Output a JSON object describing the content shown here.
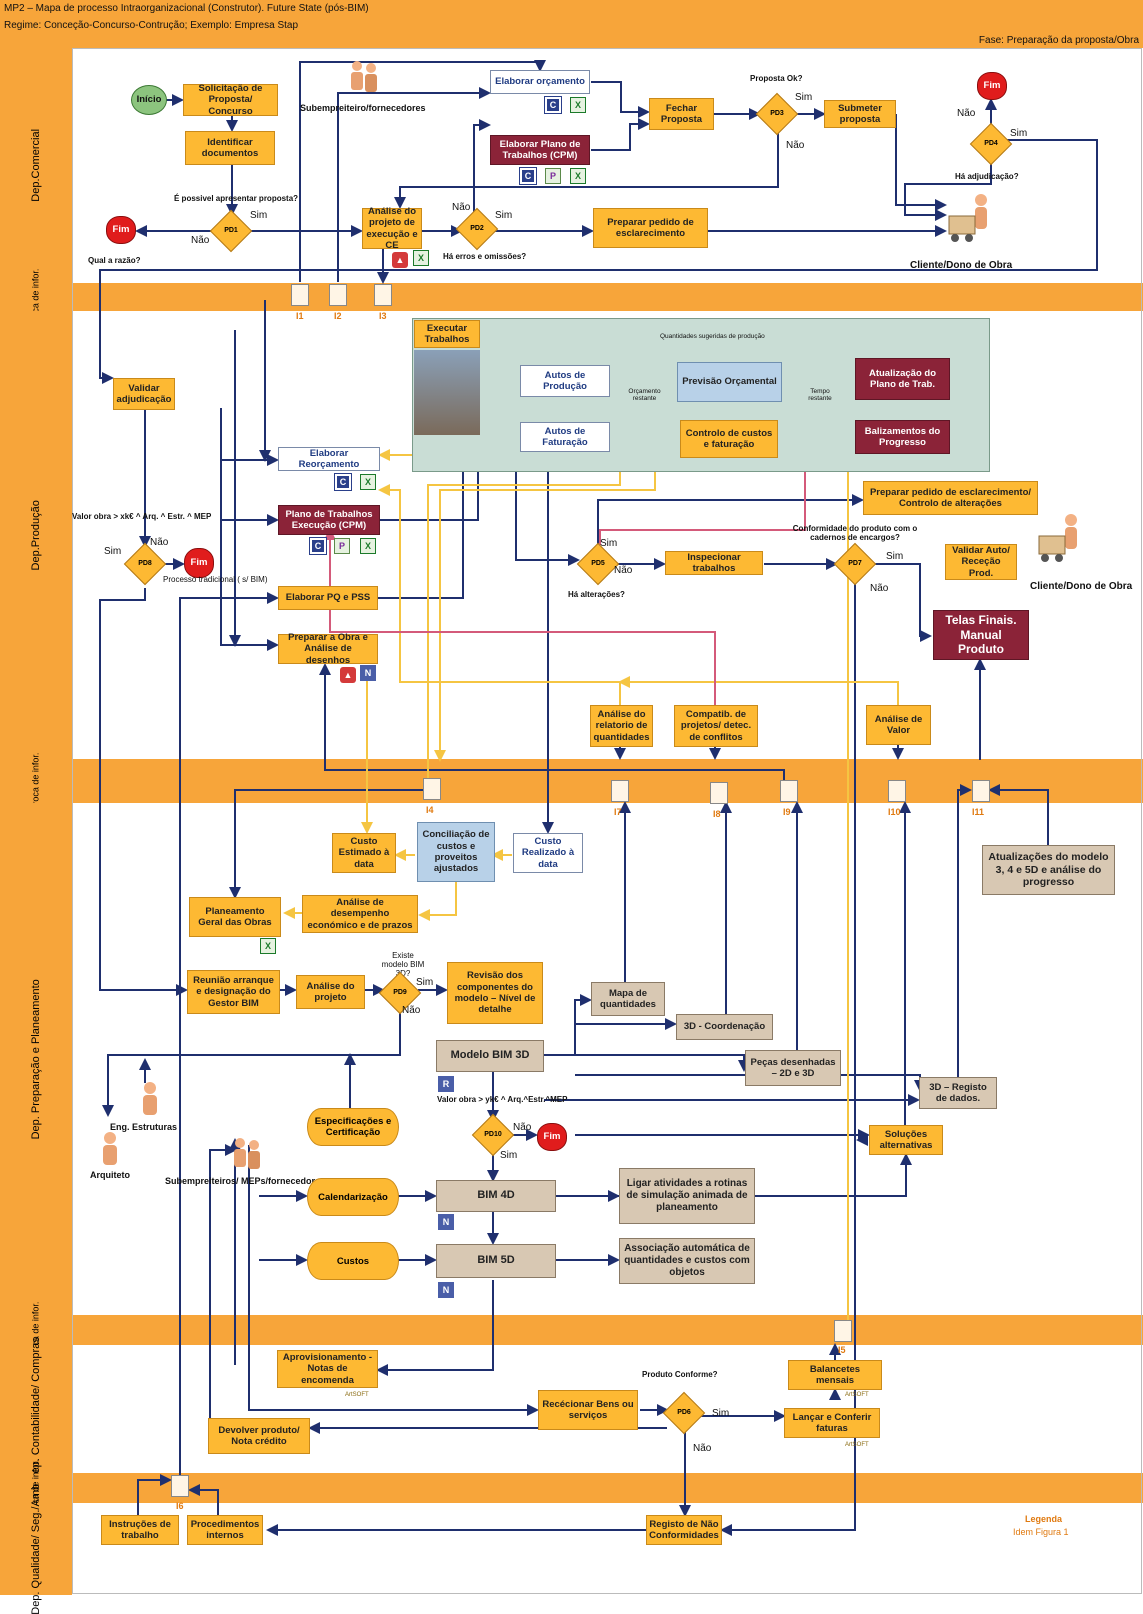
{
  "header": {
    "title": "MP2 – Mapa de processo Intraorganizacional (Construtor). Future State (pós-BIM)",
    "regime": "Regime: Conceção-Concurso-Contrução; Exemplo: Empresa Stap",
    "phase": "Fase: Preparação da proposta/Obra"
  },
  "lanes": {
    "comercial": "Dep.Comercial",
    "troca1": "Troca de infor.",
    "producao": "Dep.Produção",
    "troca2": "Troca de infor.",
    "preparacao": "Dep. Preparação e Planeamento",
    "troca3": "Troca de infor.",
    "contabilidade": "Dep. Contabilidade/ Compras",
    "troca4": "Troca de infor.",
    "qualidade": "Dep. Qualidade/ Seg./Amb"
  },
  "comercial": {
    "inicio": "Início",
    "solicitacao": "Solicitação de Proposta/ Concurso",
    "identificar": "Identificar documentos",
    "subempreiteiro": "Subempreiteiro/fornecedores",
    "elaborar_orcamento": "Elaborar orçamento",
    "elaborar_plano": "Elaborar Plano de Trabalhos (CPM)",
    "fechar_proposta": "Fechar Proposta",
    "proposta_ok": "Proposta Ok?",
    "submeter": "Submeter proposta",
    "fim_pd4": "Fim",
    "pd4_nao": "Não",
    "pd4_sim": "Sim",
    "pd3_sim": "Sim",
    "pd3_nao": "Não",
    "ha_adjudicacao": "Há adjudicação?",
    "possivel": "É possivel apresentar proposta?",
    "fim_pd1": "Fim",
    "pd1_sim": "Sim",
    "pd1_nao": "Não",
    "qual_razao": "Qual a razão?",
    "analise_projeto": "Análise do projeto de execução e CE",
    "pd2_nao": "Não",
    "pd2_sim": "Sim",
    "erros": "Há erros e omissões?",
    "preparar_pedido": "Preparar pedido de esclarecimento",
    "cliente": "Cliente/Dono de Obra",
    "pd1": "PD1",
    "pd2": "PD2",
    "pd3": "PD3",
    "pd4": "PD4"
  },
  "troca1": {
    "i1": "I1",
    "i2": "I2",
    "i3": "I3"
  },
  "producao": {
    "executar": "Executar Trabalhos",
    "qtd_sugeridas": "Quantidades sugeridas de produção",
    "autos_producao": "Autos de Produção",
    "orcamento_restante": "Orçamento restante",
    "previsao": "Previsão Orçamental",
    "tempo_restante": "Tempo restante",
    "atualizacao": "Atualização do Plano de Trab.",
    "autos_faturacao": "Autos de Faturação",
    "controlo": "Controlo de custos e faturação",
    "balizamentos": "Balizamentos do Progresso",
    "validar_adj": "Validar adjudicação",
    "elaborar_reorc": "Elaborar Reorçamento",
    "valor_obra": "Valor obra > xk€ ^ Arq. ^ Estr. ^ MEP",
    "plano_exec": "Plano de Trabalhos Execução (CPM)",
    "preparar_pedido2": "Preparar pedido de esclarecimento/ Controlo de alterações",
    "conformidade": "Conformidade do produto com o cadernos de encargos?",
    "pd8_sim": "Sim",
    "pd8_nao": "Não",
    "fim_pd8": "Fim",
    "proc_trad": "Processo tradicional ( s/ BIM)",
    "pd5_sim": "Sim",
    "pd5_nao": "Não",
    "inspecionar": "Inspecionar trabalhos",
    "pd7_sim": "Sim",
    "pd7_nao": "Não",
    "validar_auto": "Validar Auto/ Receção Prod.",
    "cliente2": "Cliente/Dono de Obra",
    "ha_alteracoes": "Há alterações?",
    "elaborar_pq": "Elaborar PQ e PSS",
    "telas": "Telas Finais. Manual Produto",
    "preparar_obra": "Preparar a Obra e Análise de desenhos",
    "analise_rel": "Análise do relatorio de quantidades",
    "compatib": "Compatib. de projetos/ detec. de conflitos",
    "analise_valor": "Análise de Valor",
    "pd5": "PD5",
    "pd7": "PD7",
    "pd8": "PD8"
  },
  "troca2": {
    "i4": "I4",
    "i7": "I7",
    "i8": "I8",
    "i9": "I9",
    "i10": "I10",
    "i11": "I11"
  },
  "preparacao": {
    "custo_estimado": "Custo Estimado à data",
    "conciliacao": "Conciliação de custos e proveitos ajustados",
    "custo_realizado": "Custo Realizado à data",
    "atualizacoes": "Atualizações do modelo 3, 4 e 5D e análise do progresso",
    "planeamento": "Planeamento Geral das Obras",
    "analise_desemp": "Análise de desempenho económico e de prazos",
    "existe_bim": "Existe modelo BIM 3D?",
    "reuniao": "Reunião arranque e designação do Gestor BIM",
    "analise_proj": "Análise do projeto",
    "pd9_sim": "Sim",
    "pd9_nao": "Não",
    "revisao": "Revisão dos componentes do modelo – Nível de detalhe",
    "mapa": "Mapa de quantidades",
    "coordenacao": "3D - Coordenação",
    "modelo": "Modelo BIM 3D",
    "pecas": "Peças desenhadas – 2D e 3D",
    "registo3d": "3D – Registo de dados.",
    "eng": "Eng. Estruturas",
    "arquiteto": "Arquiteto",
    "valor_obra2": "Valor obra > yk€ ^ Arq.^Estr.^MEP",
    "especificacoes": "Especificações e Certificação",
    "pd10_nao": "Não",
    "pd10_sim": "Sim",
    "fim_pd10": "Fim",
    "solucoes": "Soluções alternativas",
    "subempreiteiros": "Subempreiteiros/ MEPs/fornecedores",
    "calendarizacao": "Calendarização",
    "bim4d": "BIM 4D",
    "ligar": "Ligar atividades a rotinas de simulação animada de planeamento",
    "custos": "Custos",
    "bim5d": "BIM 5D",
    "associacao": "Associação automática de quantidades e custos com objetos",
    "pd9": "PD9",
    "pd10": "PD10"
  },
  "troca3": {
    "i5": "I5"
  },
  "contabilidade": {
    "aprovisionamento": "Aprovisionamento - Notas de encomenda",
    "produto_conforme": "Produto Conforme?",
    "balancetes": "Balancetes mensais",
    "rececionar": "Recécionar Bens ou serviços",
    "pd6_sim": "Sim",
    "pd6_nao": "Não",
    "lancar": "Lançar e Conferir faturas",
    "devolver": "Devolver produto/ Nota crédito",
    "pd6": "PD6"
  },
  "troca4": {
    "i6": "I6"
  },
  "qualidade": {
    "instrucoes": "Instruções de trabalho",
    "procedimentos": "Procedimentos internos",
    "registo_nc": "Registo de Não Conformidades",
    "legenda": "Legenda",
    "idem": "Idem Figura 1"
  },
  "colors": {
    "lane": "#f7a53a",
    "box": "#fdb933",
    "maroon": "#8b2338",
    "line": "#1f2f6e",
    "yellow": "#f5c542",
    "pink": "#d45a7a"
  }
}
